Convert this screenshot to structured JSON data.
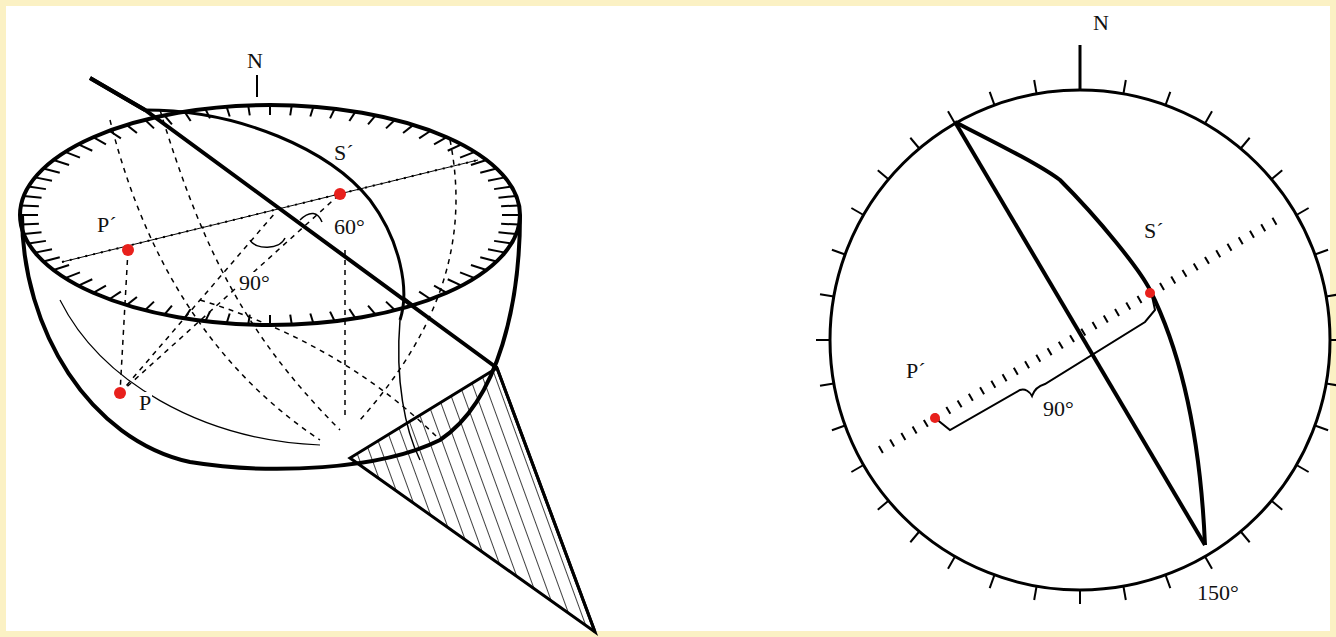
{
  "diagram": {
    "labels": [
      "N",
      "S´",
      "60°",
      "P´",
      "90°",
      "P",
      "N",
      "S´",
      "P´",
      "90°",
      "150°"
    ]
  }
}
